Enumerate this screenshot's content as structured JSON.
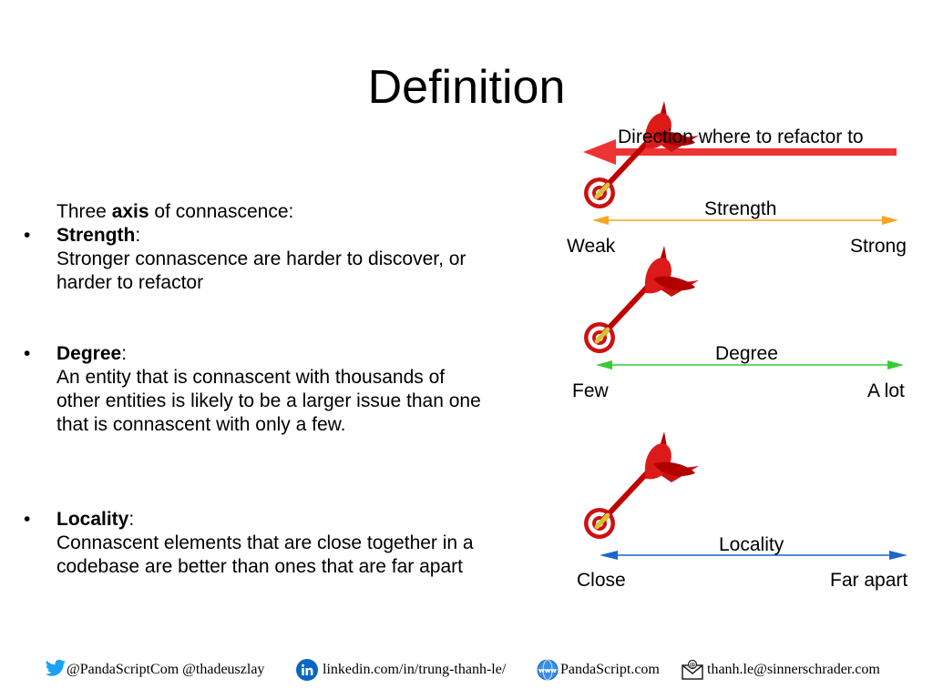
{
  "slide": {
    "title": "Definition",
    "intro": {
      "prefix": "Three ",
      "bold": "axis",
      "suffix": " of connascence:"
    },
    "bullets": [
      {
        "term": "Strength",
        "colon": ":",
        "text_lines": [
          "Stronger connascence are harder to discover, or",
          "harder to refactor"
        ]
      },
      {
        "term": "Degree",
        "colon": ":",
        "text_lines": [
          "An entity that is connascent with thousands of",
          "other entities is likely to be a larger issue than one",
          "that is connascent with only a few."
        ]
      },
      {
        "term": "Locality",
        "colon": ":",
        "text_lines": [
          "Connascent elements that are close together in a",
          "codebase are better than ones that are far apart"
        ]
      }
    ]
  },
  "diagram": {
    "direction_label": "Direction where to refactor to",
    "colors": {
      "direction": "#ee3333",
      "strength": "#f5a623",
      "degree": "#33cc33",
      "locality": "#1a66cc",
      "dart_red": "#cc1111"
    },
    "axes": [
      {
        "name": "Strength",
        "left": "Weak",
        "right": "Strong"
      },
      {
        "name": "Degree",
        "left": "Few",
        "right": "A lot"
      },
      {
        "name": "Locality",
        "left": "Close",
        "right": "Far apart"
      }
    ]
  },
  "footer": {
    "twitter_handles": "@PandaScriptCom @thadeuszlay",
    "linkedin": "linkedin.com/in/trung-thanh-le/",
    "website": "PandaScript.com",
    "email": "thanh.le@sinnerschrader.com",
    "icons": [
      "twitter-bird-icon",
      "linkedin-icon",
      "globe-www-icon",
      "email-icon"
    ]
  }
}
